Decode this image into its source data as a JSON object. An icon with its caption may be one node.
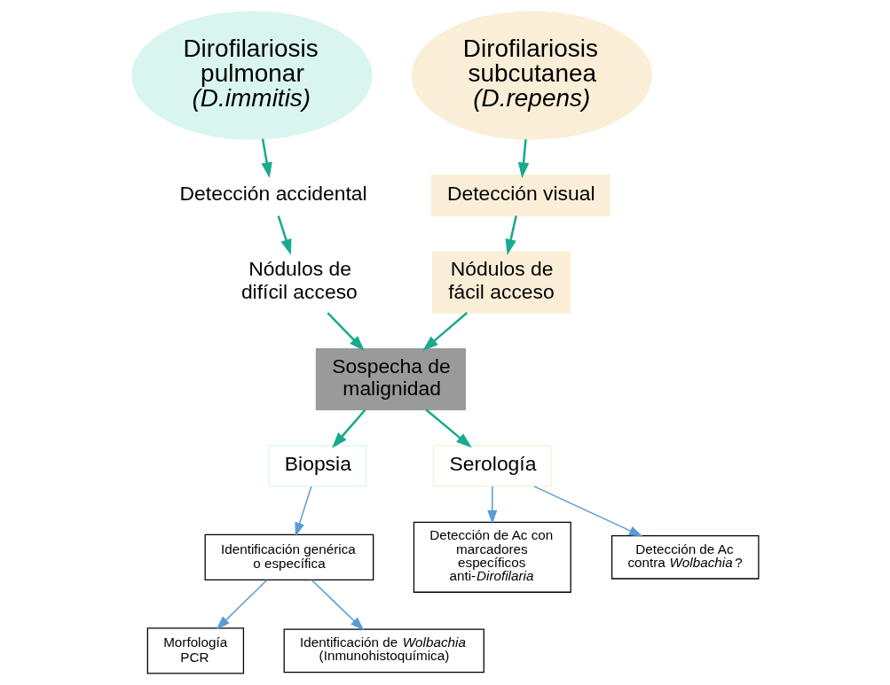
{
  "diagram": {
    "nodes": [
      {
        "text": [
          "Dirofilariosis pulmonar",
          "(D.immitis)"
        ]
      },
      {
        "text": [
          "Dirofilariosis subcutanea",
          "(D.repens)"
        ]
      },
      {
        "text": [
          "Detección accidental"
        ]
      },
      {
        "text": [
          "Detección visual"
        ]
      },
      {
        "text": [
          "Nódulos de difícil acceso"
        ]
      },
      {
        "text": [
          "Nódulos de fácil acceso"
        ]
      },
      {
        "text": [
          "Sospecha de malignidad"
        ]
      },
      {
        "text": [
          "Biopsia"
        ]
      },
      {
        "text": [
          "Serología"
        ]
      },
      {
        "text": [
          "Identificación genérica o específica"
        ]
      },
      {
        "text": [
          "Morfología PCR"
        ]
      },
      {
        "text": [
          "Identificación de *Wolbachia* (Inmunohistoquímica)"
        ]
      },
      {
        "text": [
          "Detección de Ac con marcadores específicos anti-*Dirofilaria*"
        ]
      },
      {
        "text": [
          "Detección de Ac contra *Wolbachia*?"
        ]
      }
    ],
    "edges": [
      {
        "from": 0,
        "to": 2,
        "arrow": "to"
      },
      {
        "from": 2,
        "to": 4,
        "arrow": "to"
      },
      {
        "from": 1,
        "to": 3,
        "arrow": "to"
      },
      {
        "from": 3,
        "to": 5,
        "arrow": "to"
      },
      {
        "from": 4,
        "to": 6,
        "arrow": "to"
      },
      {
        "from": 5,
        "to": 6,
        "arrow": "to"
      },
      {
        "from": 6,
        "to": 7,
        "arrow": "to"
      },
      {
        "from": 6,
        "to": 8,
        "arrow": "to"
      },
      {
        "from": 7,
        "to": 9,
        "arrow": "to",
        "color": "#5b9bd5"
      },
      {
        "from": 9,
        "to": 10,
        "arrow": "to",
        "color": "#5b9bd5"
      },
      {
        "from": 9,
        "to": 11,
        "arrow": "to",
        "color": "#5b9bd5"
      },
      {
        "from": 8,
        "to": 12,
        "arrow": "to",
        "color": "#5b9bd5"
      },
      {
        "from": 8,
        "to": 13,
        "arrow": "to",
        "color": "#5b9bd5"
      }
    ]
  }
}
